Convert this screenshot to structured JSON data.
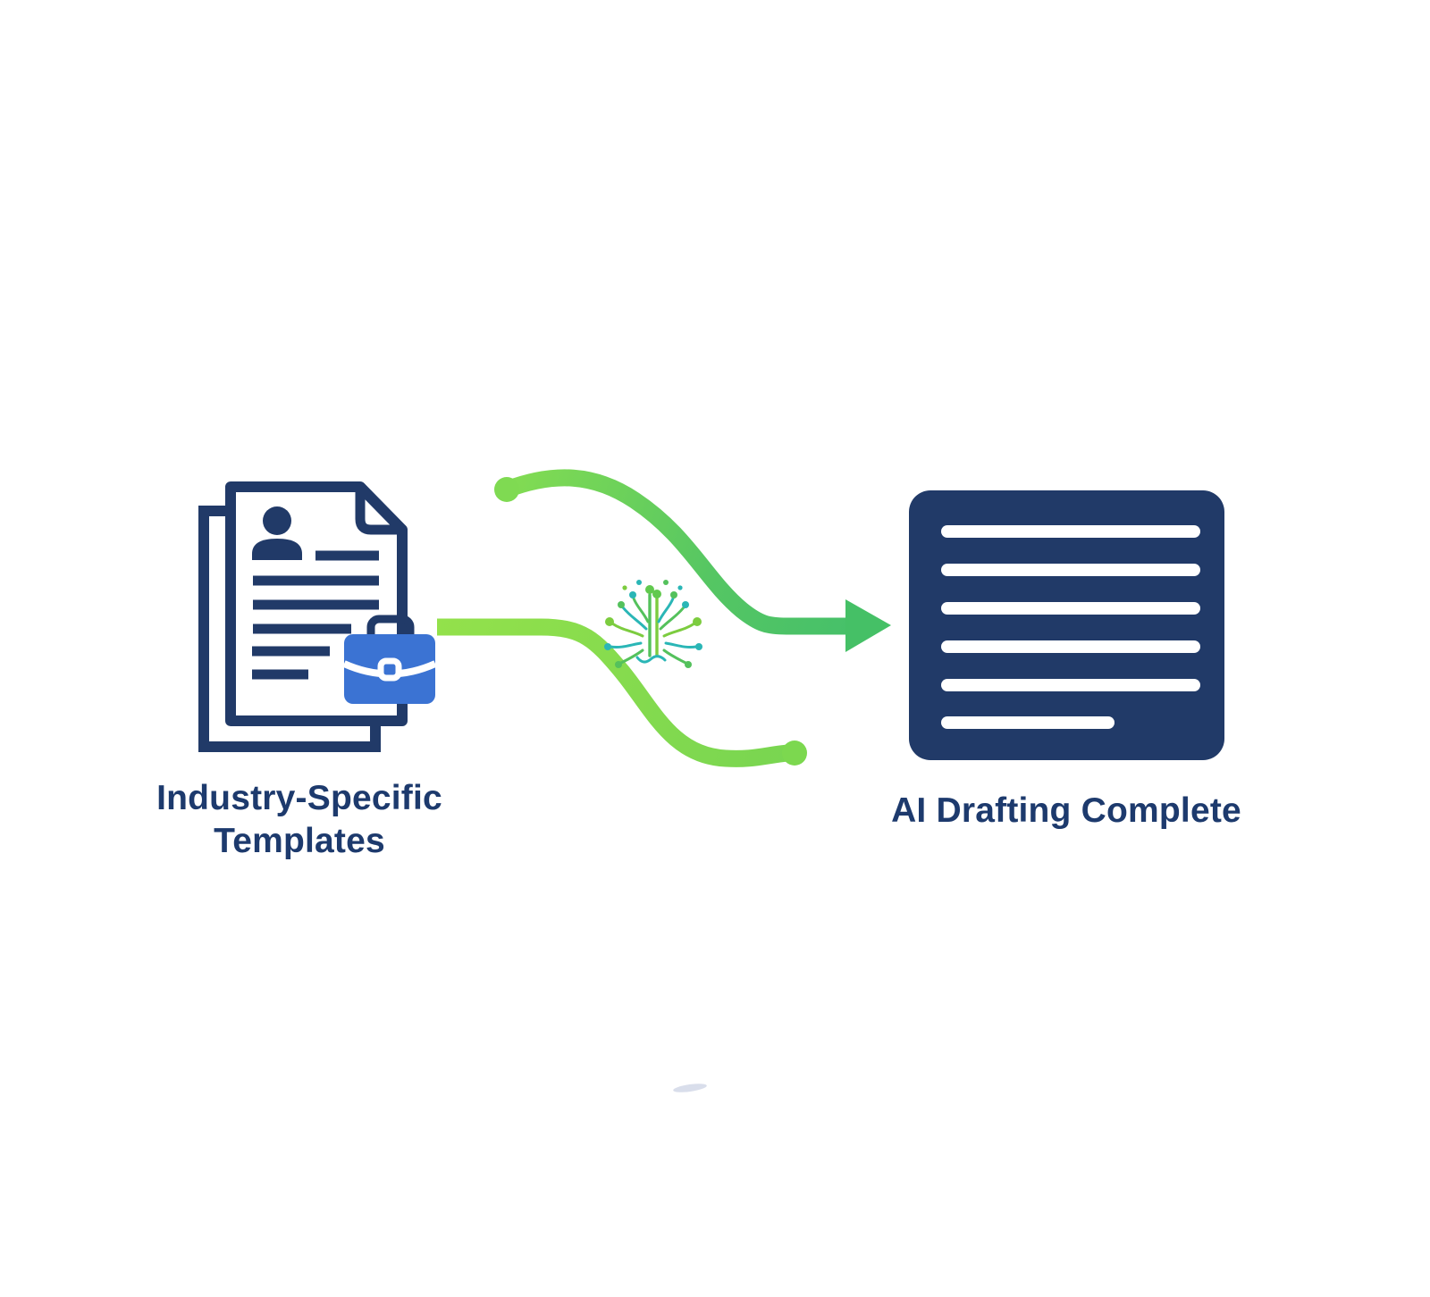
{
  "nodes": {
    "source": {
      "label": "Industry-Specific Templates",
      "icon": "document-stack-with-briefcase-icon"
    },
    "target": {
      "label": "AI Drafting Complete",
      "icon": "filled-document-icon"
    }
  },
  "connector": {
    "icon": "ai-circuit-brain-icon",
    "direction": "left-to-right",
    "shape": "two-s-curves-with-arrowhead"
  },
  "colors": {
    "navy": "#213a68",
    "label_text": "#1d3a6d",
    "briefcase_blue": "#3b73d3",
    "green_light": "#8ddc4e",
    "green_mid": "#4cc167",
    "teal": "#2ab6b6",
    "background": "#ffffff"
  }
}
